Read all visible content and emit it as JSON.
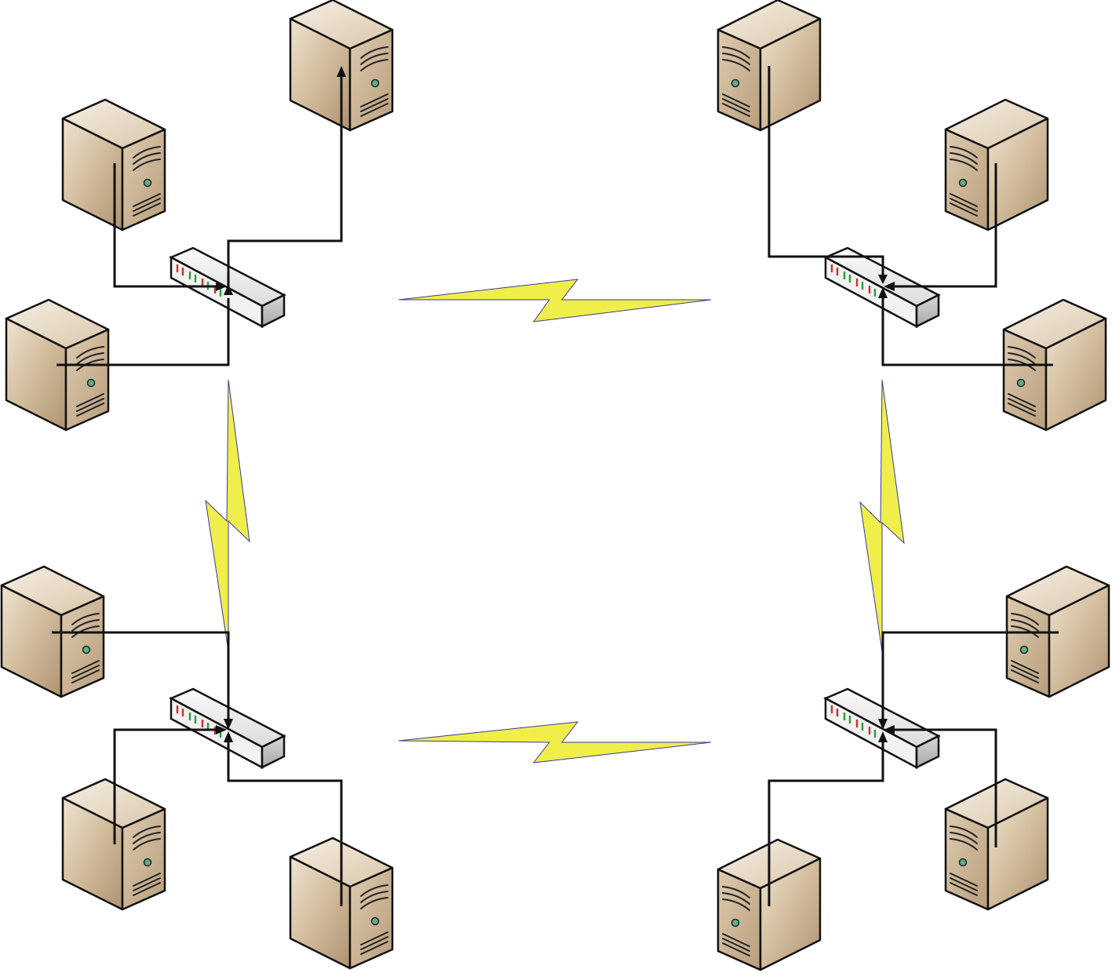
{
  "diagram": {
    "type": "network-topology",
    "layout": "four-clusters-in-ring",
    "background": "#ffffff",
    "colors": {
      "server_light": "#efe4d4",
      "server_mid": "#c7b092",
      "server_dark": "#a58a6a",
      "server_front": "#cbb597",
      "outline": "#111111",
      "link_line": "#111111",
      "switch_body": "#efefef",
      "switch_shade": "#bdbdbd",
      "bolt_fill": "#f0ee4a",
      "bolt_edge": "#3a3aa0",
      "led_red": "#d03030",
      "led_green": "#2f9e3a",
      "power_led": "#5bb08a"
    },
    "icons": {
      "server": "tower-server-icon",
      "switch": "network-switch-icon",
      "wireless_link": "lightning-bolt-icon"
    },
    "clusters": [
      {
        "id": "top-left",
        "switch": "switch-1",
        "servers": 3
      },
      {
        "id": "top-right",
        "switch": "switch-2",
        "servers": 3
      },
      {
        "id": "bottom-left",
        "switch": "switch-3",
        "servers": 3
      },
      {
        "id": "bottom-right",
        "switch": "switch-4",
        "servers": 3
      }
    ],
    "wireless_links": [
      {
        "from": "switch-1",
        "to": "switch-2"
      },
      {
        "from": "switch-3",
        "to": "switch-4"
      },
      {
        "from": "switch-1",
        "to": "switch-3"
      },
      {
        "from": "switch-2",
        "to": "switch-4"
      }
    ]
  }
}
